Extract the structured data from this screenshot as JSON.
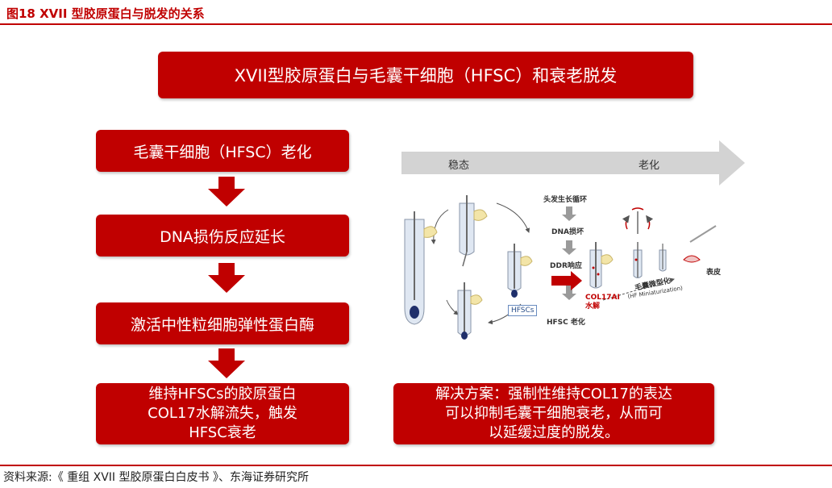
{
  "figure": {
    "title": "图18  XVII 型胶原蛋白与脱发的关系",
    "source": "资料来源:《 重组 XVII 型胶原蛋白白皮书 》、东海证券研究所"
  },
  "main_title": "XVII型胶原蛋白与毛囊干细胞（HFSC）和衰老脱发",
  "steps": [
    {
      "label": "毛囊干细胞（HFSC）老化"
    },
    {
      "label": "DNA损伤反应延长"
    },
    {
      "label": "激活中性粒细胞弹性蛋白酶"
    },
    {
      "line1": "维持HFSCs的胶原蛋白",
      "line2": "COL17水解流失，触发",
      "line3": "HFSC衰老"
    }
  ],
  "solution": {
    "line1": "解决方案：强制性维持COL17的表达",
    "line2": "可以抑制毛囊干细胞衰老，从而可",
    "line3": "以延缓过度的脱发。"
  },
  "illustration": {
    "stage_left": "稳态",
    "stage_right": "老化",
    "cycle_label": "头发生长循环",
    "dna_label": "DNA损坏",
    "ddr_label": "DDR响应",
    "hfsc_aging_label": "HFSC 老化",
    "hfscs_tag": "HFSCs",
    "col17_line1": "COL17AI",
    "col17_line2": "水解",
    "miniaturization_cn": "毛囊微型化",
    "miniaturization_en": "(HF Miniaturization)",
    "epidermis_label": "表皮"
  },
  "colors": {
    "brand_red": "#c00000",
    "arrow_gray": "#d3d3d3",
    "follicle_fill": "#dfe7f2",
    "follicle_stroke": "#8a96a8",
    "hair_dark": "#1f2f6b",
    "sebaceous": "#f3e5a8"
  }
}
